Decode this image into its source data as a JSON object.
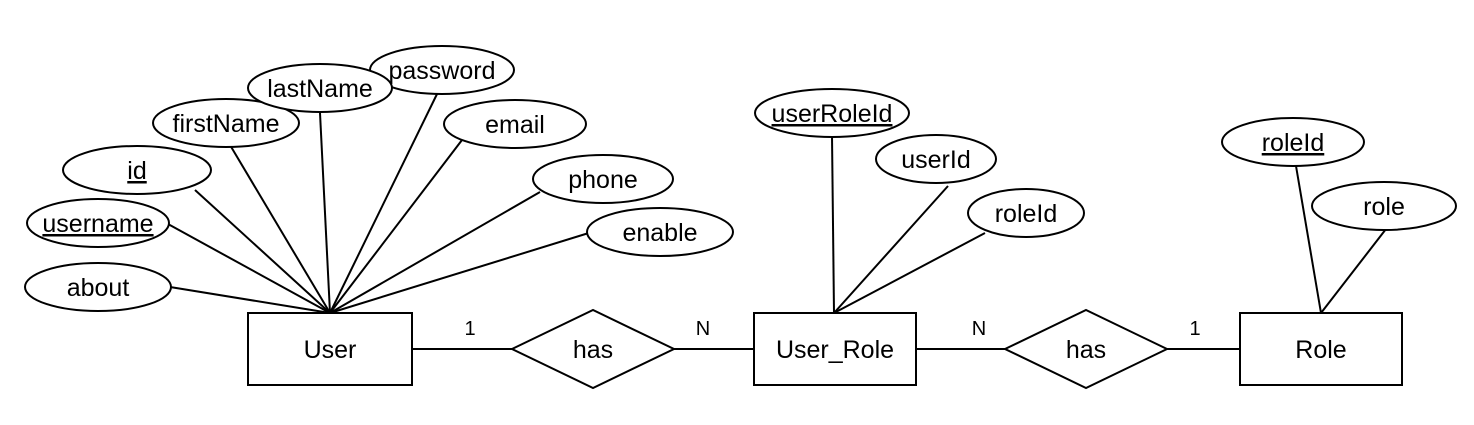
{
  "entities": {
    "user": "User",
    "user_role": "User_Role",
    "role": "Role"
  },
  "relationships": {
    "user_has_user_role": "has",
    "user_role_has_role": "has"
  },
  "cardinalities": {
    "user_side": "1",
    "user_role_left": "N",
    "user_role_right": "N",
    "role_side": "1"
  },
  "attributes": {
    "user": {
      "about": "about",
      "username": "username",
      "id": "id",
      "first_name": "firstName",
      "last_name": "lastName",
      "password": "password",
      "email": "email",
      "phone": "phone",
      "enable": "enable"
    },
    "user_role": {
      "user_role_id": "userRoleId",
      "user_id": "userId",
      "role_id": "roleId"
    },
    "role": {
      "role_id": "roleId",
      "role": "role"
    }
  }
}
